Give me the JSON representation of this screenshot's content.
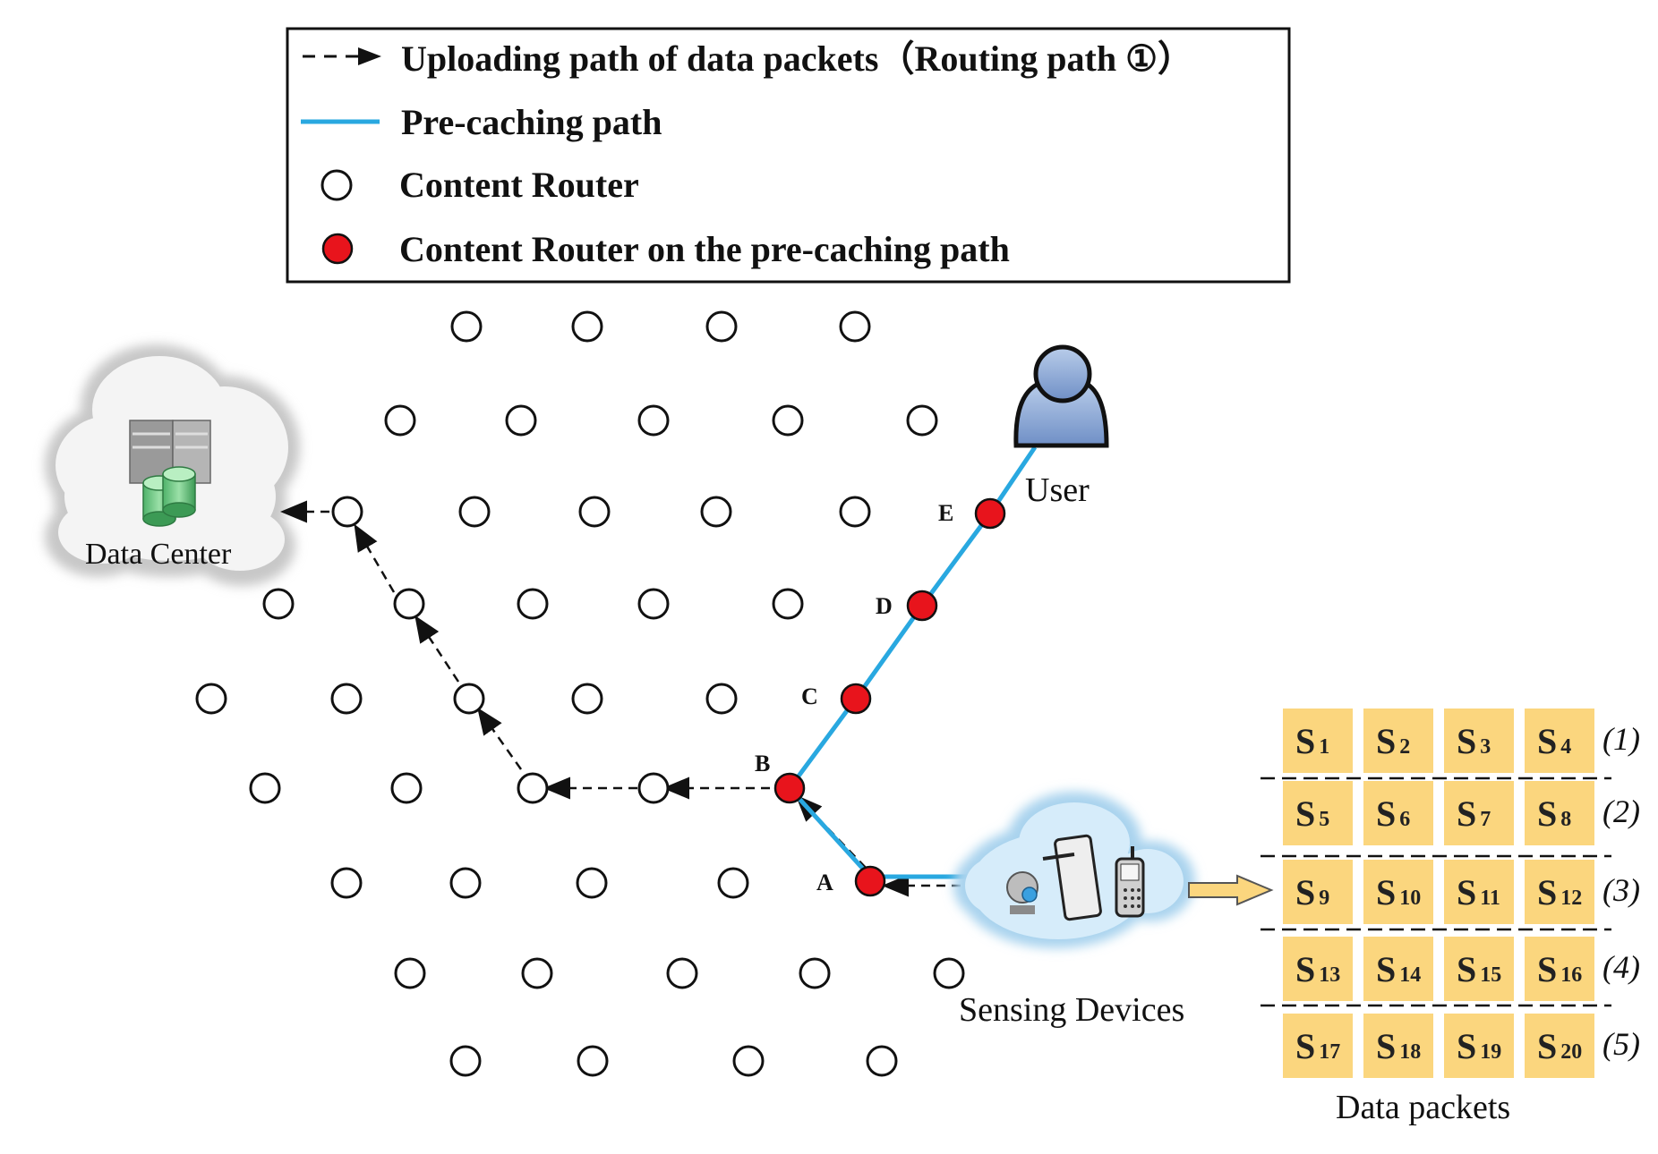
{
  "legend": {
    "items": [
      {
        "label": "Uploading path of data packets（Routing path ①）",
        "symbol": "dashed-arrow-icon"
      },
      {
        "label": "Pre-caching path",
        "symbol": "blue-line-icon"
      },
      {
        "label": "Content Router",
        "symbol": "white-circle-icon"
      },
      {
        "label": "Content Router on the pre-caching path",
        "symbol": "red-circle-icon"
      }
    ]
  },
  "labels": {
    "data_center": "Data Center",
    "user": "User",
    "sensing_devices": "Sensing Devices",
    "data_packets": "Data packets"
  },
  "path_nodes": [
    "A",
    "B",
    "C",
    "D",
    "E"
  ],
  "packets": {
    "rows": [
      {
        "label": "(1)",
        "cells": [
          "1",
          "2",
          "3",
          "4"
        ]
      },
      {
        "label": "(2)",
        "cells": [
          "5",
          "6",
          "7",
          "8"
        ]
      },
      {
        "label": "(3)",
        "cells": [
          "9",
          "10",
          "11",
          "12"
        ]
      },
      {
        "label": "(4)",
        "cells": [
          "13",
          "14",
          "15",
          "16"
        ]
      },
      {
        "label": "(5)",
        "cells": [
          "17",
          "18",
          "19",
          "20"
        ]
      }
    ],
    "prefix": "S"
  },
  "colors": {
    "precache_line": "#29a8e0",
    "router_active": "#e8141c",
    "packet_fill": "#fbd67e",
    "cloud_fill": "#f2f2f2",
    "device_cloud_fill": "#cfe8f7"
  }
}
